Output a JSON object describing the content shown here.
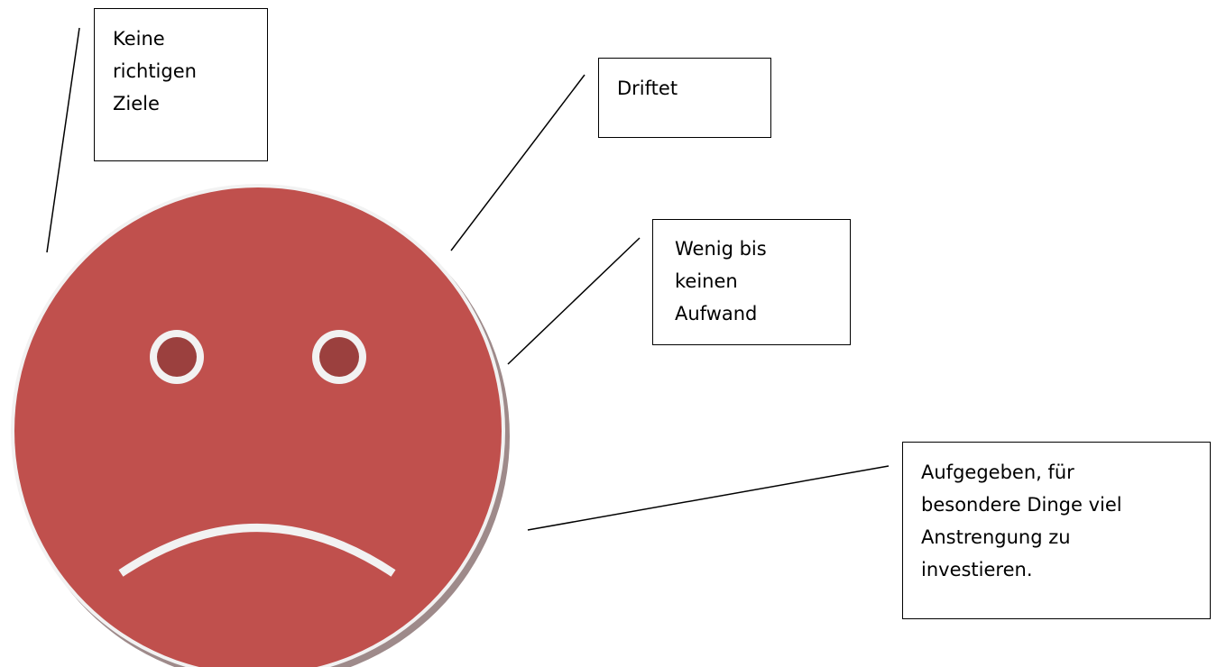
{
  "face": {
    "icon": "sad-face-icon",
    "fill_color": "#C0504D",
    "pupil_color": "#9B403E",
    "outline_color": "#F2F2F2",
    "shadow_color": "#9E8A8A"
  },
  "callouts": [
    {
      "id": "goals",
      "text": "Keine\nrichtigen\nZiele"
    },
    {
      "id": "drift",
      "text": "Driftet"
    },
    {
      "id": "effort",
      "text": "Wenig bis\nkeinen\nAufwand"
    },
    {
      "id": "giveup",
      "text": "Aufgegeben, für\nbesondere Dinge viel\nAnstrengung zu\ninvestieren."
    }
  ]
}
